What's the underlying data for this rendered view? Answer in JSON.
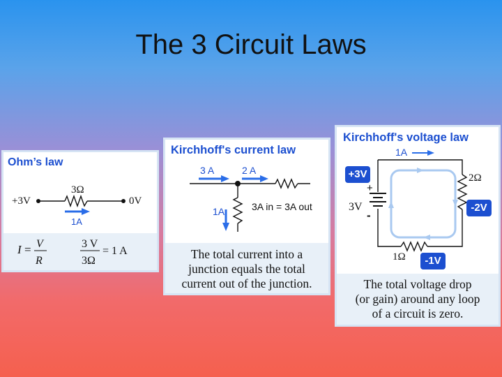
{
  "slide": {
    "title": "The 3 Circuit Laws"
  },
  "ohms_law": {
    "title": "Ohm’s law",
    "left_voltage": "+3V",
    "resistance": "3Ω",
    "right_voltage": "0V",
    "current": "1A",
    "eq_lhs": "I",
    "eq_equals": "=",
    "eq_num": "V",
    "eq_den": "R",
    "eq2_num": "3 V",
    "eq2_den": "3Ω",
    "eq2_result": "= 1 A"
  },
  "kcl": {
    "title": "Kirchhoff's current law",
    "in_current": "3 A",
    "out_current": "2 A",
    "down_current": "1A",
    "statement": "3A in = 3A out",
    "caption_lines": [
      "The total current into a",
      "junction equals the total",
      "current out of the junction."
    ]
  },
  "kvl": {
    "title": "Kirchhoff's voltage law",
    "loop_current": "1A",
    "source_badge": "+3V",
    "plus_sign": "+",
    "source_voltage": "3V",
    "minus_sign": "-",
    "r_top": "2Ω",
    "r_top_badge": "-2V",
    "r_bottom": "1Ω",
    "r_bottom_badge": "-1V",
    "caption_lines": [
      "The total voltage drop",
      "(or gain) around any loop",
      "of a circuit is zero."
    ]
  },
  "colors": {
    "accent": "#1c4fd0",
    "wire": "#111111",
    "loop": "#a9c9f0",
    "caption_bg": "#e8f0f8"
  }
}
